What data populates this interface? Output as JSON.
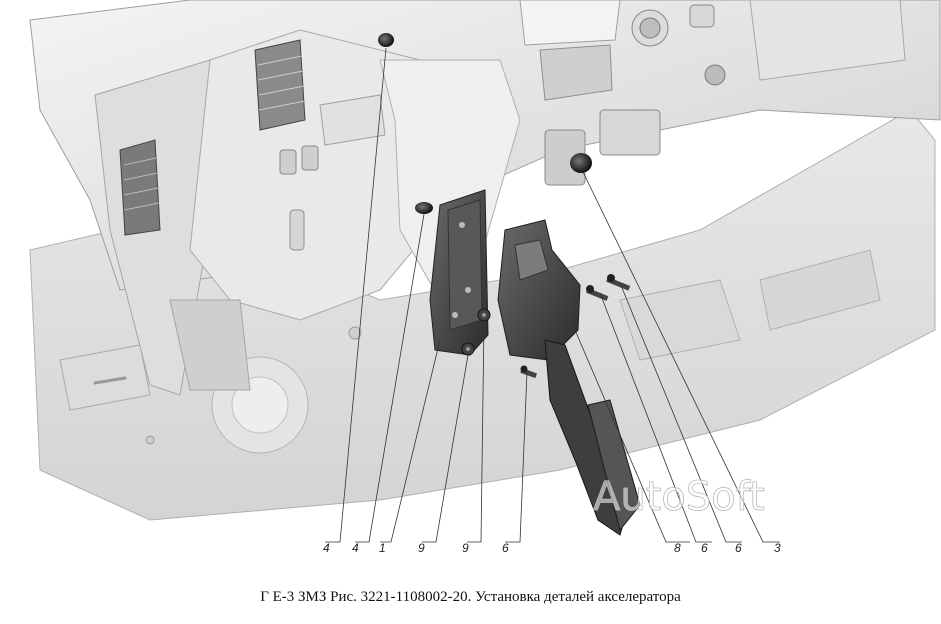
{
  "caption": "Г Е-3 ЗМЗ  Рис. 3221-1108002-20. Установка деталей акселератора",
  "watermark": "AutoSoft",
  "callouts": [
    {
      "label": "4",
      "part": "plug"
    },
    {
      "label": "4",
      "part": "plug"
    },
    {
      "label": "1",
      "part": "bracket"
    },
    {
      "label": "9",
      "part": "nut"
    },
    {
      "label": "9",
      "part": "nut"
    },
    {
      "label": "6",
      "part": "bolt"
    },
    {
      "label": "8",
      "part": "accelerator-pedal"
    },
    {
      "label": "6",
      "part": "bolt"
    },
    {
      "label": "6",
      "part": "bolt"
    },
    {
      "label": "3",
      "part": "plug"
    }
  ]
}
